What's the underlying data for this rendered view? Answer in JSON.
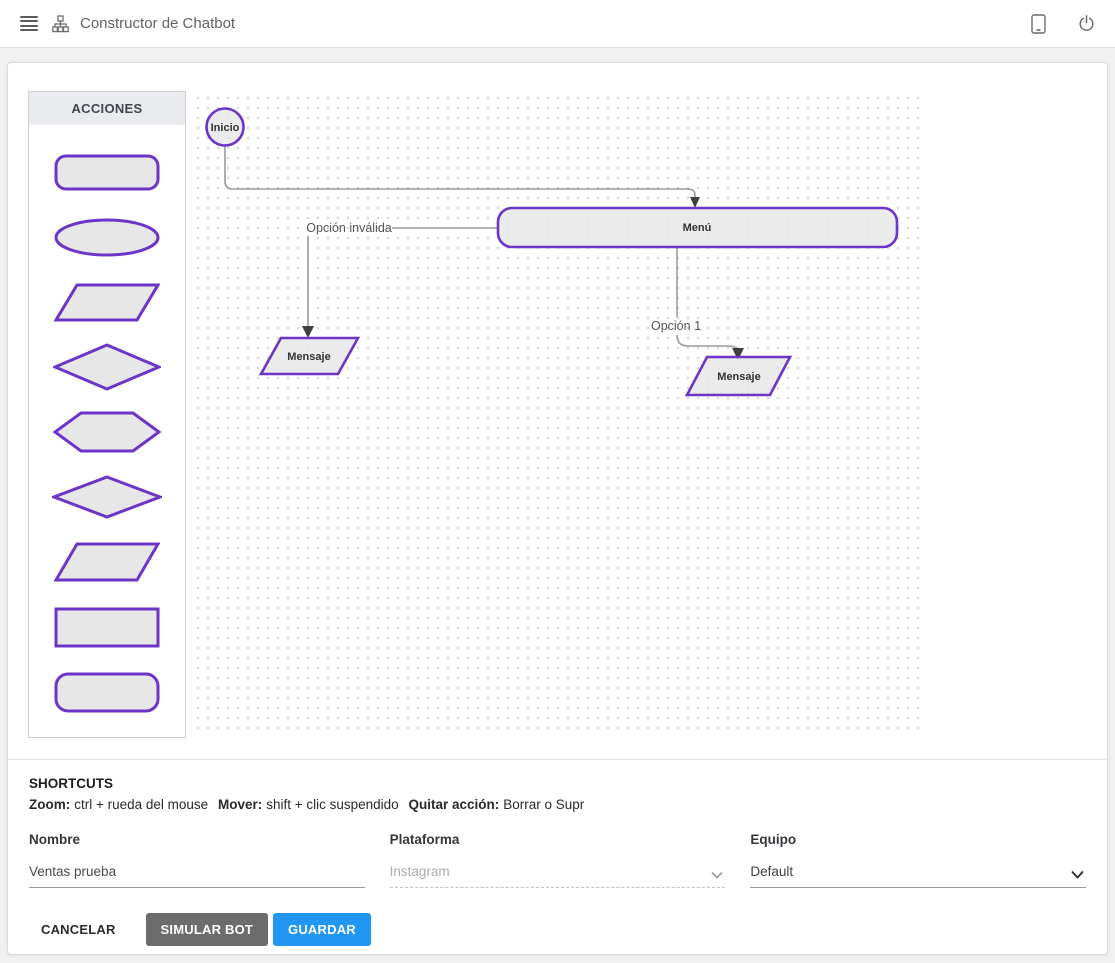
{
  "header": {
    "title": "Constructor de Chatbot",
    "icons": [
      "menu-icon",
      "sitemap-icon",
      "mobile-icon",
      "power-icon"
    ]
  },
  "sidebar": {
    "title": "ACCIONES",
    "shapes": [
      {
        "name": "rounded-rectangle"
      },
      {
        "name": "ellipse"
      },
      {
        "name": "parallelogram"
      },
      {
        "name": "diamond"
      },
      {
        "name": "hexagon"
      },
      {
        "name": "wide-diamond"
      },
      {
        "name": "parallelogram"
      },
      {
        "name": "rectangle"
      },
      {
        "name": "rounded-rectangle"
      }
    ]
  },
  "canvas": {
    "nodes": [
      {
        "id": "inicio",
        "type": "circle",
        "label": "Inicio"
      },
      {
        "id": "menu",
        "type": "rounded-rectangle",
        "label": "Menú"
      },
      {
        "id": "mensaje-1",
        "type": "parallelogram",
        "label": "Mensaje"
      },
      {
        "id": "mensaje-2",
        "type": "parallelogram",
        "label": "Mensaje"
      }
    ],
    "edges": [
      {
        "from": "inicio",
        "to": "menu",
        "label": ""
      },
      {
        "from": "menu",
        "to": "mensaje-1",
        "label": "Opción inválida"
      },
      {
        "from": "menu",
        "to": "mensaje-2",
        "label": "Opción 1"
      }
    ],
    "colors": {
      "node_border": "#6c35c8",
      "node_fill": "#e7e7e7",
      "connector": "#9a9a9a",
      "arrowhead": "#3f3f3f"
    }
  },
  "shortcuts": {
    "title": "SHORTCUTS",
    "items": [
      {
        "key": "Zoom:",
        "desc": "ctrl + rueda del mouse"
      },
      {
        "key": "Mover:",
        "desc": "shift + clic suspendido"
      },
      {
        "key": "Quitar acción:",
        "desc": "Borrar o Supr"
      }
    ]
  },
  "form": {
    "fields": [
      {
        "label": "Nombre",
        "value": "Ventas prueba",
        "type": "text",
        "disabled": false
      },
      {
        "label": "Plataforma",
        "value": "Instagram",
        "type": "select",
        "disabled": true
      },
      {
        "label": "Equipo",
        "value": "Default",
        "type": "select",
        "disabled": false
      }
    ]
  },
  "actions": {
    "cancel": "CANCELAR",
    "simulate": "SIMULAR BOT",
    "save": "GUARDAR"
  },
  "theme": {
    "accent_purple": "#6c35c8",
    "save_blue": "#2196f3",
    "simulate_gray": "#6c6c6c"
  }
}
